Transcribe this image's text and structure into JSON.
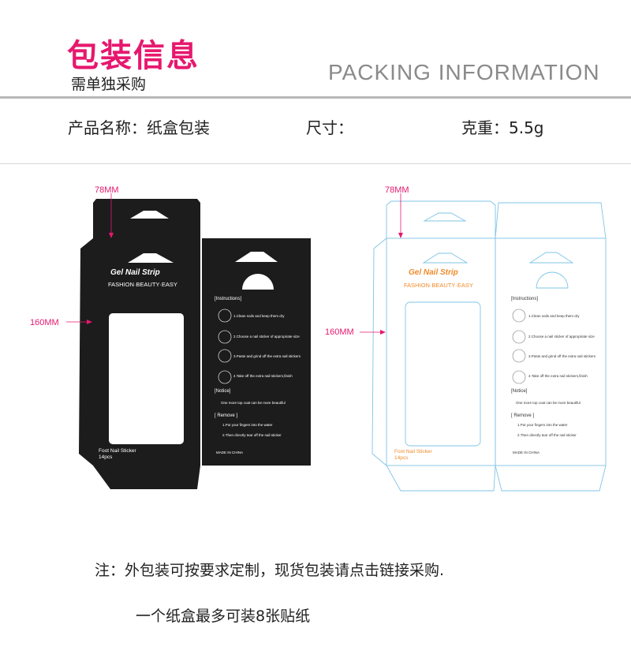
{
  "header": {
    "title": "包装信息",
    "subtitle": "需单独采购",
    "en_title": "PACKING INFORMATION"
  },
  "info": {
    "name": "产品名称：纸盒包装",
    "size": "尺寸：",
    "weight": "克重：5.5g"
  },
  "dimensions": {
    "width": "78MM",
    "height": "160MM"
  },
  "box": {
    "brand": "Gel Nail Strip",
    "tagline": "FASHION·BEAUTY·EASY",
    "product": "Foot Nail Sticker",
    "count": "14pcs",
    "instructions_title": "[Instructions]",
    "steps": [
      "1.Clean nails and keep them dry",
      "2.Choose a nail sticker of appropriate size",
      "3.Paste and grind off the extra nail stickers",
      "4.Take off the extra nail stickers,finish"
    ],
    "notice_title": "[Notice]",
    "notice": "One more top coat can be more beautiful",
    "remove_title": "[ Remove ]",
    "remove_steps": [
      "1.Put your fingers into the water",
      "2.Then directly tear off the nail sticker"
    ],
    "made_in": "MADE IN CHINA"
  },
  "notes": {
    "line1": "注：外包装可按要求定制，现货包装请点击链接采购.",
    "line2": "一个纸盒最多可装8张贴纸"
  },
  "colors": {
    "accent": "#e6186e",
    "box_black": "#1c1c1c",
    "outline_blue": "#7fc4e6",
    "orange": "#f08a2a"
  }
}
